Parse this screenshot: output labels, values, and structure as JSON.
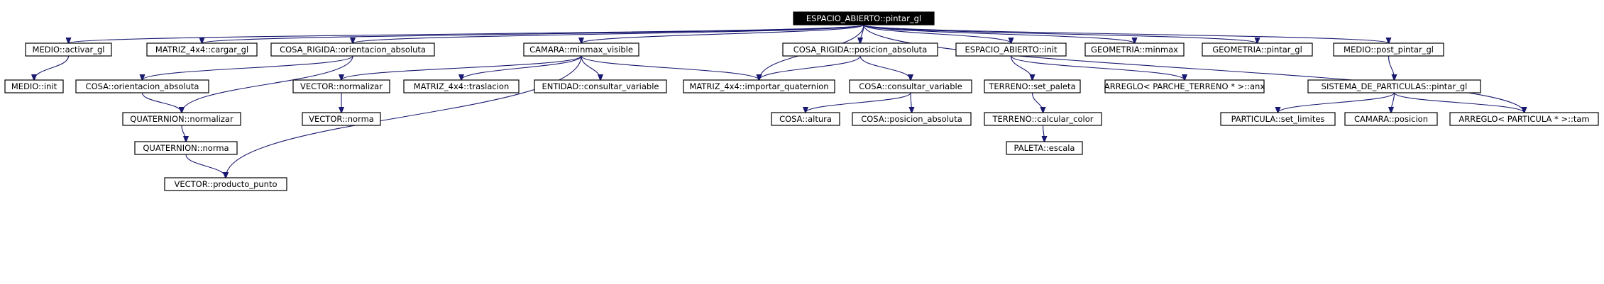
{
  "graph": {
    "root": "ESPACIO_ABIERTO::pintar_gl",
    "nodes": [
      {
        "id": "root",
        "label": "ESPACIO_ABIERTO::pintar_gl"
      },
      {
        "id": "medio_activar",
        "label": "MEDIO::activar_gl"
      },
      {
        "id": "matriz_cargar",
        "label": "MATRIZ_4x4::cargar_gl"
      },
      {
        "id": "cosa_rigida_orient",
        "label": "COSA_RIGIDA::orientacion_absoluta"
      },
      {
        "id": "camara_minmax",
        "label": "CAMARA::minmax_visible"
      },
      {
        "id": "cosa_rigida_pos",
        "label": "COSA_RIGIDA::posicion_absoluta"
      },
      {
        "id": "espacio_init",
        "label": "ESPACIO_ABIERTO::init"
      },
      {
        "id": "geometria_minmax",
        "label": "GEOMETRIA::minmax"
      },
      {
        "id": "geometria_pintar",
        "label": "GEOMETRIA::pintar_gl"
      },
      {
        "id": "medio_post",
        "label": "MEDIO::post_pintar_gl"
      },
      {
        "id": "medio_init",
        "label": "MEDIO::init"
      },
      {
        "id": "cosa_orient",
        "label": "COSA::orientacion_absoluta"
      },
      {
        "id": "vector_normalizar",
        "label": "VECTOR::normalizar"
      },
      {
        "id": "matriz_traslacion",
        "label": "MATRIZ_4x4::traslacion"
      },
      {
        "id": "entidad_consultar",
        "label": "ENTIDAD::consultar_variable"
      },
      {
        "id": "matriz_importar",
        "label": "MATRIZ_4x4::importar_quaternion"
      },
      {
        "id": "cosa_consultar",
        "label": "COSA::consultar_variable"
      },
      {
        "id": "terreno_set_paleta",
        "label": "TERRENO::set_paleta"
      },
      {
        "id": "arreglo_parche",
        "label": "ARREGLO< PARCHE_TERRENO * >::anx"
      },
      {
        "id": "sistema_pintar",
        "label": "SISTEMA_DE_PARTICULAS::pintar_gl"
      },
      {
        "id": "quat_normalizar",
        "label": "QUATERNION::normalizar"
      },
      {
        "id": "vector_norma",
        "label": "VECTOR::norma"
      },
      {
        "id": "cosa_altura",
        "label": "COSA::altura"
      },
      {
        "id": "cosa_pos_abs",
        "label": "COSA::posicion_absoluta"
      },
      {
        "id": "terreno_calcular",
        "label": "TERRENO::calcular_color"
      },
      {
        "id": "particula_set",
        "label": "PARTICULA::set_limites"
      },
      {
        "id": "camara_posicion",
        "label": "CAMARA::posicion"
      },
      {
        "id": "arreglo_particula",
        "label": "ARREGLO< PARTICULA * >::tam"
      },
      {
        "id": "quat_norma",
        "label": "QUATERNION::norma"
      },
      {
        "id": "paleta_escala",
        "label": "PALETA::escala"
      },
      {
        "id": "vector_producto",
        "label": "VECTOR::producto_punto"
      }
    ],
    "edges": [
      {
        "from": "root",
        "to": "medio_activar"
      },
      {
        "from": "root",
        "to": "matriz_cargar"
      },
      {
        "from": "root",
        "to": "cosa_rigida_orient"
      },
      {
        "from": "root",
        "to": "camara_minmax"
      },
      {
        "from": "root",
        "to": "matriz_importar"
      },
      {
        "from": "root",
        "to": "cosa_rigida_pos"
      },
      {
        "from": "root",
        "to": "espacio_init"
      },
      {
        "from": "root",
        "to": "geometria_minmax"
      },
      {
        "from": "root",
        "to": "geometria_pintar"
      },
      {
        "from": "root",
        "to": "medio_post"
      },
      {
        "from": "root",
        "to": "arreglo_particula"
      },
      {
        "from": "medio_activar",
        "to": "medio_init"
      },
      {
        "from": "cosa_rigida_orient",
        "to": "cosa_orient"
      },
      {
        "from": "cosa_rigida_orient",
        "to": "quat_normalizar"
      },
      {
        "from": "camara_minmax",
        "to": "vector_normalizar"
      },
      {
        "from": "camara_minmax",
        "to": "matriz_traslacion"
      },
      {
        "from": "camara_minmax",
        "to": "entidad_consultar"
      },
      {
        "from": "camara_minmax",
        "to": "matriz_importar"
      },
      {
        "from": "camara_minmax",
        "to": "vector_producto"
      },
      {
        "from": "cosa_rigida_pos",
        "to": "matriz_importar"
      },
      {
        "from": "cosa_rigida_pos",
        "to": "cosa_consultar"
      },
      {
        "from": "espacio_init",
        "to": "terreno_set_paleta"
      },
      {
        "from": "espacio_init",
        "to": "arreglo_parche"
      },
      {
        "from": "medio_post",
        "to": "sistema_pintar"
      },
      {
        "from": "cosa_orient",
        "to": "quat_normalizar"
      },
      {
        "from": "vector_normalizar",
        "to": "vector_norma"
      },
      {
        "from": "cosa_consultar",
        "to": "cosa_altura"
      },
      {
        "from": "cosa_consultar",
        "to": "cosa_pos_abs"
      },
      {
        "from": "terreno_set_paleta",
        "to": "terreno_calcular"
      },
      {
        "from": "sistema_pintar",
        "to": "particula_set"
      },
      {
        "from": "sistema_pintar",
        "to": "camara_posicion"
      },
      {
        "from": "sistema_pintar",
        "to": "arreglo_particula"
      },
      {
        "from": "quat_normalizar",
        "to": "quat_norma"
      },
      {
        "from": "terreno_calcular",
        "to": "paleta_escala"
      },
      {
        "from": "quat_norma",
        "to": "vector_producto"
      }
    ]
  },
  "colors": {
    "edge": "#191970",
    "root_fill": "#000000",
    "root_text": "#ffffff",
    "node_fill": "#ffffff",
    "node_border": "#000000"
  }
}
